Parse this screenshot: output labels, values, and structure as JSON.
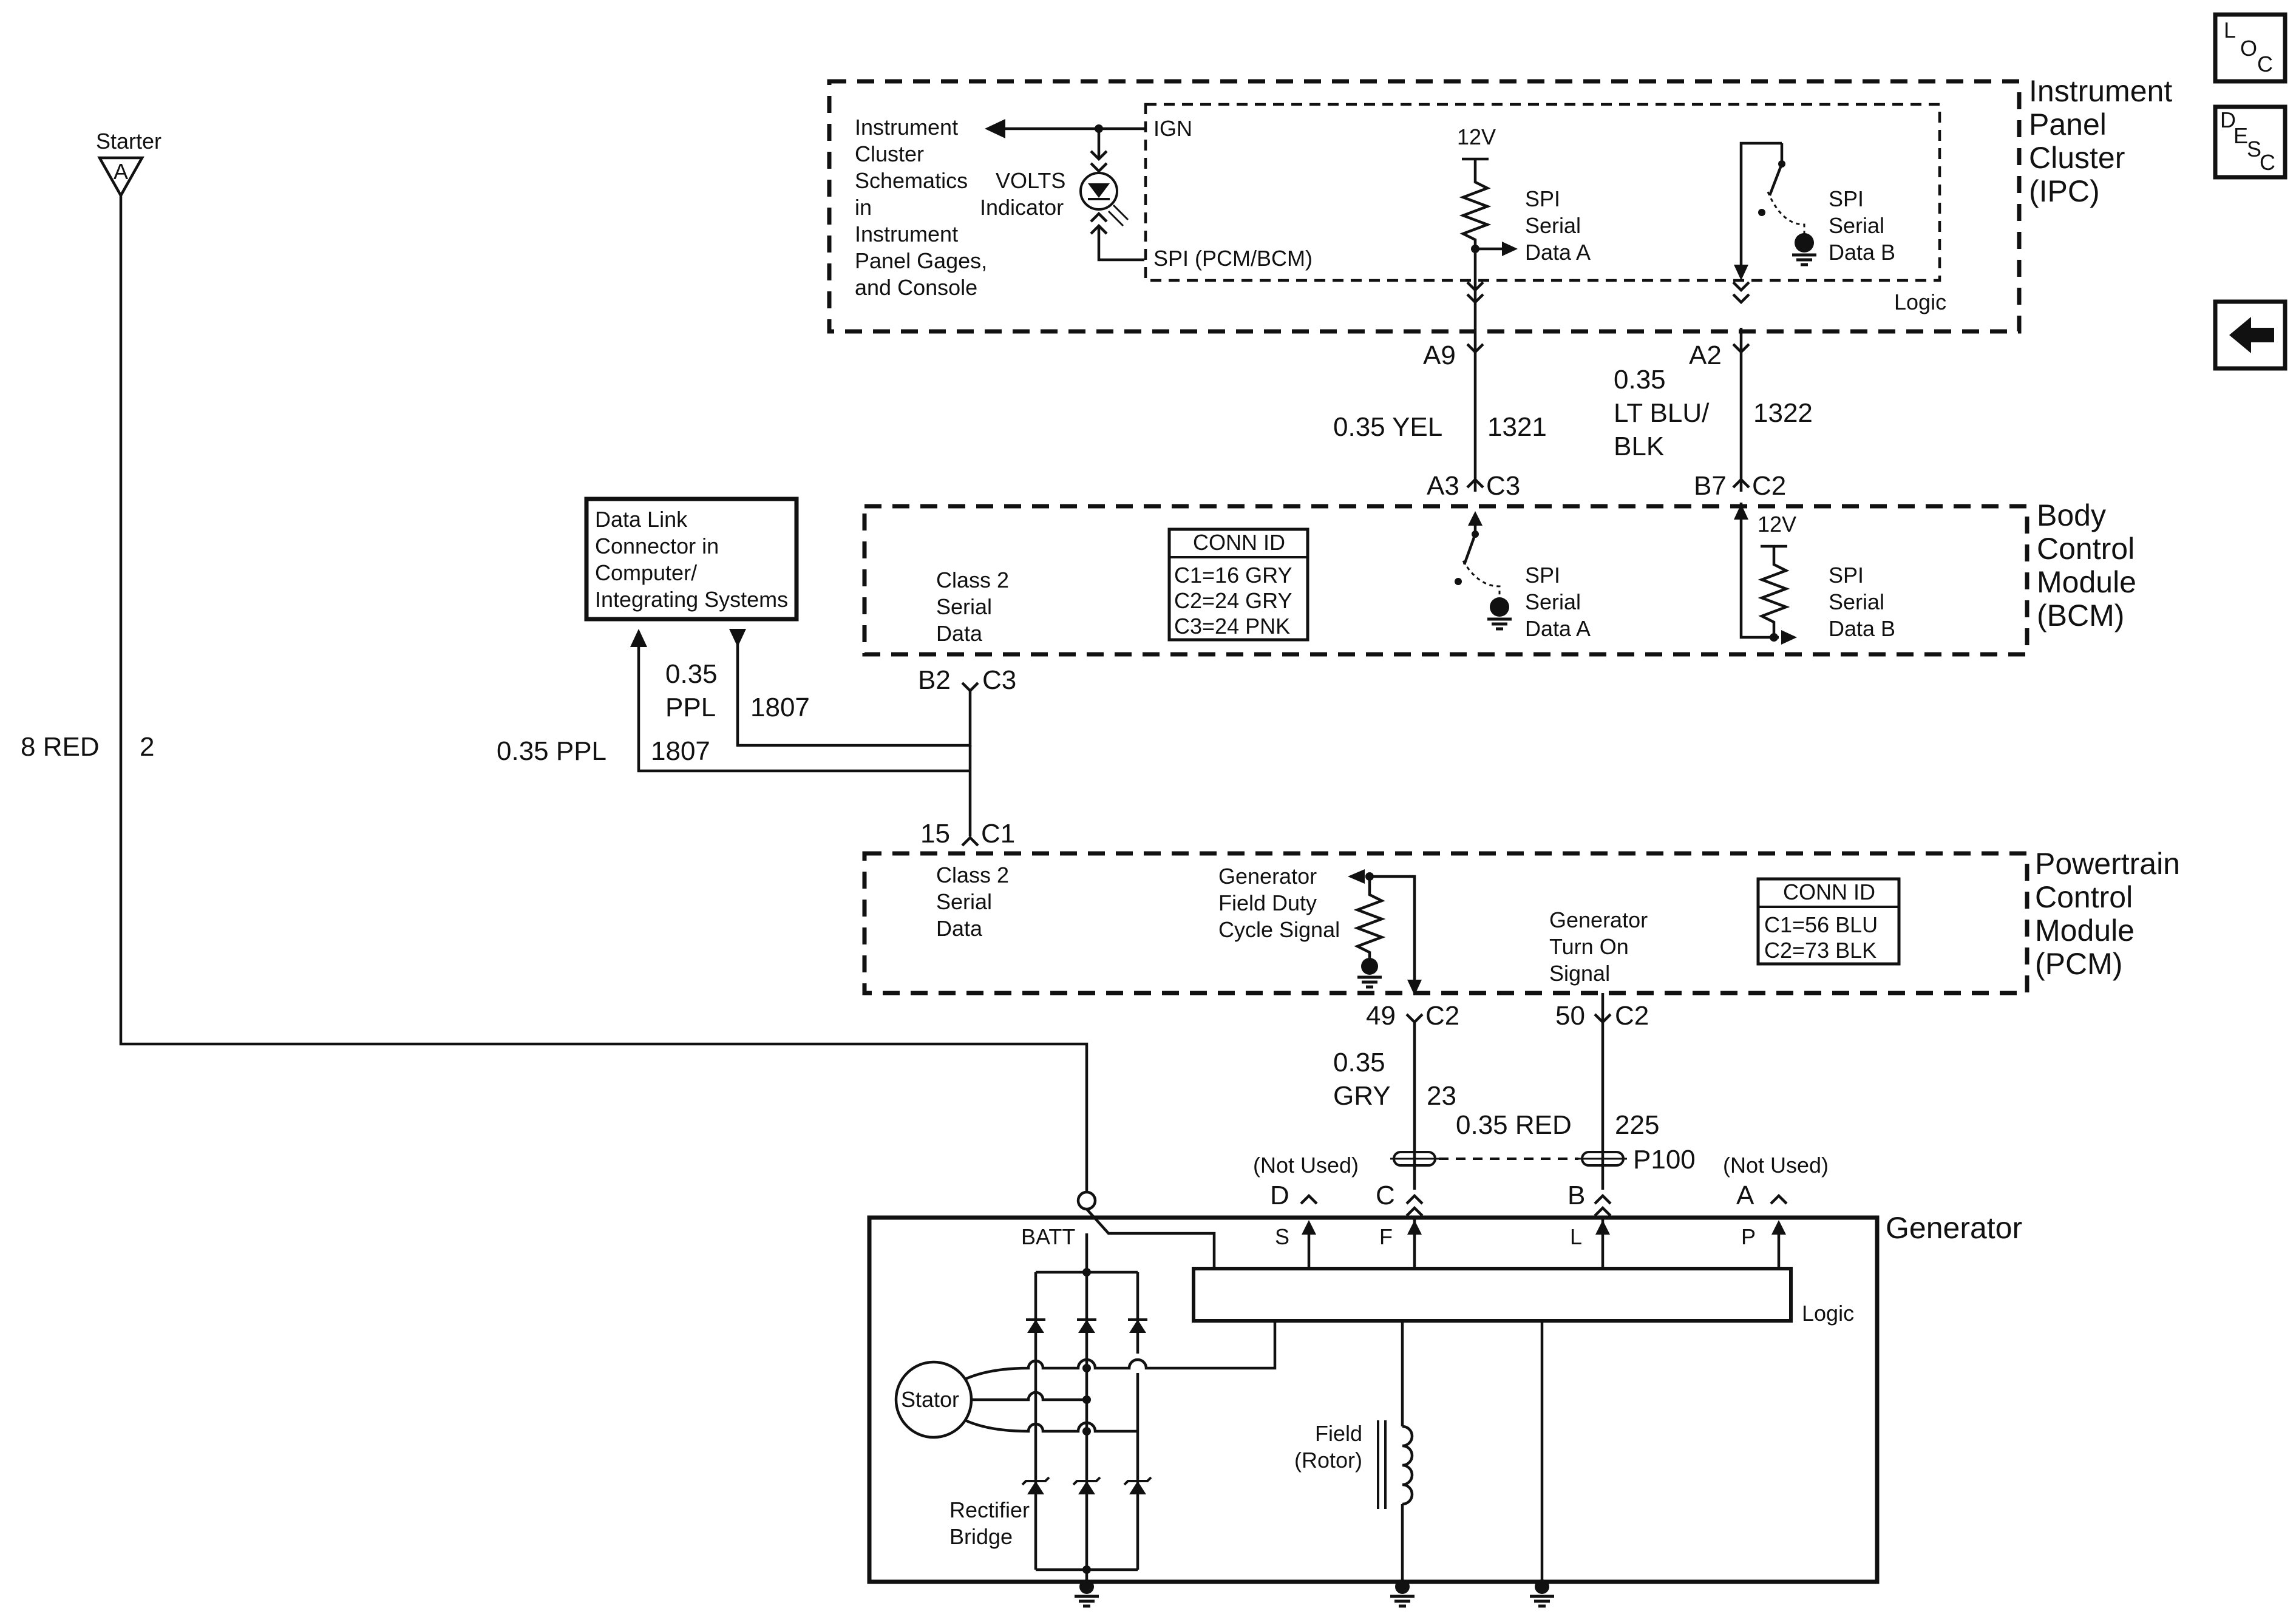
{
  "nav": {
    "loc": [
      "L",
      "O",
      "C"
    ],
    "desc": [
      "D",
      "E",
      "S",
      "C"
    ]
  },
  "ipc": {
    "name": [
      "Instrument",
      "Panel",
      "Cluster",
      "(IPC)"
    ],
    "schematics_ref": [
      "Instrument",
      "Cluster",
      "Schematics",
      "in",
      "Instrument",
      "Panel Gages,",
      "and Console"
    ],
    "volts": [
      "VOLTS",
      "Indicator"
    ],
    "ign": "IGN",
    "spi_pcm_bcm": "SPI (PCM/BCM)",
    "v12": "12V",
    "spi_a": [
      "SPI",
      "Serial",
      "Data A"
    ],
    "spi_b": [
      "SPI",
      "Serial",
      "Data B"
    ],
    "logic": "Logic"
  },
  "wires": {
    "ipc_a9": "A9",
    "ipc_a2": "A2",
    "w1321_color": "0.35 YEL",
    "w1321_circuit": "1321",
    "w1322_color": [
      "0.35",
      "LT BLU/",
      "BLK"
    ],
    "w1322_circuit": "1322",
    "bcm_a3": "A3",
    "bcm_c3_top": "C3",
    "bcm_b7": "B7",
    "bcm_c2_top": "C2",
    "bcm_b2": "B2",
    "bcm_c3_bottom": "C3",
    "ppl_upper_gauge": "0.35",
    "ppl_upper_color": "PPL",
    "ppl_upper_circuit": "1807",
    "ppl_lower_color": "0.35 PPL",
    "ppl_lower_circuit": "1807",
    "pcm_15": "15",
    "pcm_c1": "C1",
    "pcm_49": "49",
    "pcm_c2_f": "C2",
    "pcm_50": "50",
    "pcm_c2_l": "C2",
    "w23_gauge": "0.35",
    "w23_color": "GRY",
    "w23_circuit": "23",
    "w225_color": "0.35 RED",
    "w225_circuit": "225",
    "p100": "P100",
    "red8_color": "8 RED",
    "red8_circuit": "2"
  },
  "starter": {
    "label": "Starter",
    "pin": "A"
  },
  "dlc": {
    "lines": [
      "Data Link",
      "Connector in",
      "Computer/",
      "Integrating Systems"
    ]
  },
  "bcm": {
    "name": [
      "Body",
      "Control",
      "Module",
      "(BCM)"
    ],
    "class2": [
      "Class 2",
      "Serial",
      "Data"
    ],
    "conn_title": "CONN ID",
    "conn": [
      "C1=16 GRY",
      "C2=24 GRY",
      "C3=24 PNK"
    ],
    "spi_a": [
      "SPI",
      "Serial",
      "Data A"
    ],
    "spi_b": [
      "SPI",
      "Serial",
      "Data B"
    ],
    "v12": "12V"
  },
  "pcm": {
    "name": [
      "Powertrain",
      "Control",
      "Module",
      "(PCM)"
    ],
    "class2": [
      "Class 2",
      "Serial",
      "Data"
    ],
    "field_duty": [
      "Generator",
      "Field Duty",
      "Cycle Signal"
    ],
    "turn_on": [
      "Generator",
      "Turn On",
      "Signal"
    ],
    "conn_title": "CONN ID",
    "conn": [
      "C1=56 BLU",
      "C2=73 BLK"
    ]
  },
  "generator": {
    "name": "Generator",
    "batt": "BATT",
    "terminals": [
      "D",
      "C",
      "B",
      "A"
    ],
    "not_used": "(Not Used)",
    "internal": [
      "S",
      "F",
      "L",
      "P"
    ],
    "logic": "Logic",
    "stator": "Stator",
    "rectifier": [
      "Rectifier",
      "Bridge"
    ],
    "field": [
      "Field",
      "(Rotor)"
    ]
  }
}
